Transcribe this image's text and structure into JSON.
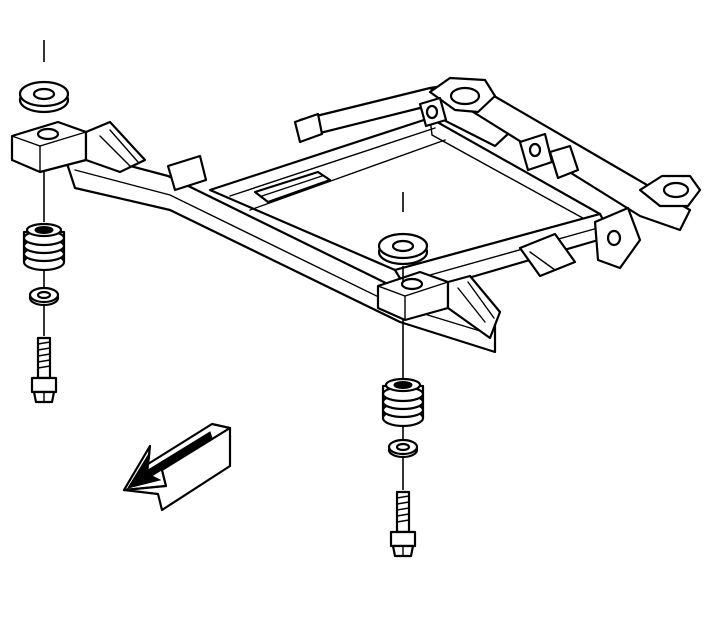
{
  "figure": {
    "subject": "frame-cradle-exploded-view",
    "parts": [
      "mount-bolt-upper",
      "upper-washer",
      "body-mount-insulator",
      "lower-retainer",
      "mount-bolt-lower",
      "direction-arrow"
    ],
    "colors": {
      "line": "#000000",
      "background": "#ffffff"
    }
  }
}
